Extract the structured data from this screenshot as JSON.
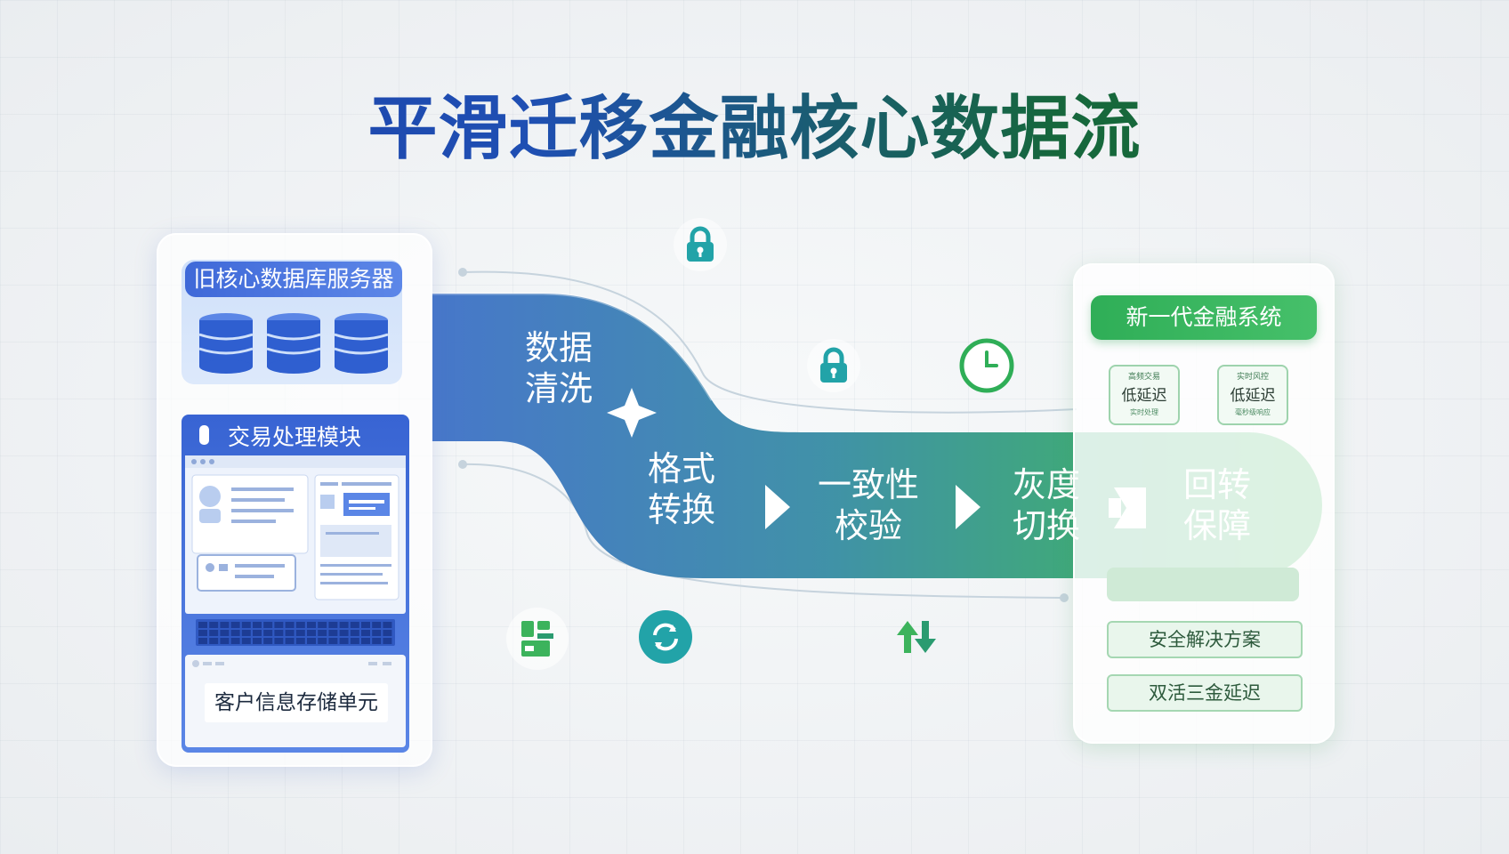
{
  "title": "平滑迁移金融核心数据流",
  "legacy": {
    "db_label": "旧核心数据库服务器",
    "tx_label": "交易处理模块",
    "storage_label": "客户信息存储单元"
  },
  "flow_steps": [
    {
      "id": "clean",
      "label_line1": "数据",
      "label_line2": "清洗"
    },
    {
      "id": "format",
      "label_line1": "格式",
      "label_line2": "转换"
    },
    {
      "id": "verify",
      "label_line1": "一致性",
      "label_line2": "校验"
    },
    {
      "id": "switch",
      "label_line1": "灰度",
      "label_line2": "切换"
    },
    {
      "id": "rollback",
      "label_line1": "回转",
      "label_line2": "保障"
    }
  ],
  "new_system": {
    "header": "新一代金融系统",
    "metric_cards": [
      {
        "tag": "高频交易",
        "value": "低延迟",
        "sub": "实时处理"
      },
      {
        "tag": "实时风控",
        "value": "低延迟",
        "sub": "毫秒级响应"
      }
    ],
    "pills": [
      "安全解决方案",
      "双活三金延迟"
    ]
  },
  "icons": [
    "lock-icon",
    "lock-icon",
    "clock-icon",
    "data-blocks-icon",
    "sync-icon",
    "transfer-arrows-icon",
    "sparkle-icon",
    "chevron-right-icon",
    "chevron-right-icon",
    "rollback-arrow-icon"
  ],
  "colors": {
    "blue_primary": "#3f69d8",
    "green_primary": "#2fae57",
    "flow_start": "#4a78c8",
    "flow_end": "#3cb35c",
    "title_blue": "#1d3ea6",
    "title_green": "#1a6e35"
  }
}
